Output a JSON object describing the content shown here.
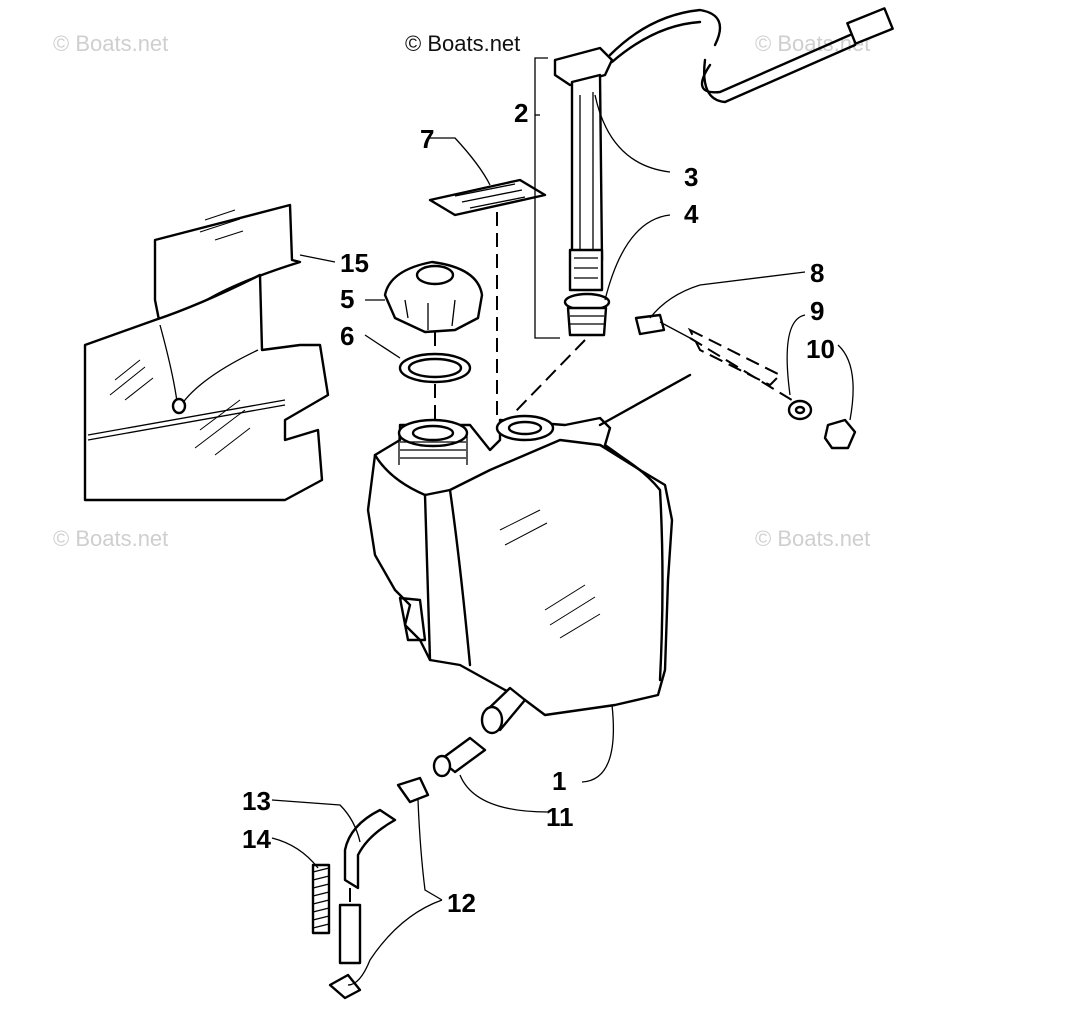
{
  "watermarks": {
    "main": "© Boats.net",
    "faint": "© Boats.net"
  },
  "callouts": [
    "1",
    "2",
    "3",
    "4",
    "5",
    "6",
    "7",
    "8",
    "9",
    "10",
    "11",
    "12",
    "13",
    "14",
    "15"
  ]
}
